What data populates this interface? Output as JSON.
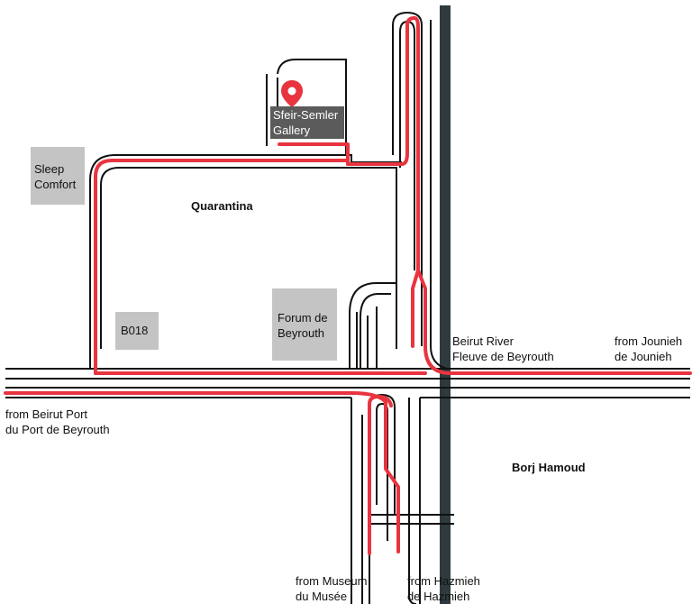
{
  "map": {
    "destination": {
      "name_line1": "Sfeir-Semler",
      "name_line2": "Gallery",
      "pin_icon": "map-pin-icon",
      "pin_color": "#e8343f"
    },
    "places": [
      {
        "key": "sleep",
        "line1": "Sleep",
        "line2": "Comfort"
      },
      {
        "key": "b018",
        "line1": "B018",
        "line2": ""
      },
      {
        "key": "forum",
        "line1": "Forum de",
        "line2": "Beyrouth"
      }
    ],
    "areas": {
      "quarantina": "Quarantina",
      "borj_hamoud": "Borj Hamoud"
    },
    "river": {
      "line1": "Beirut River",
      "line2": "Fleuve de Beyrouth",
      "color": "#2f3a3f"
    },
    "directions": {
      "jounieh": {
        "line1": "from Jounieh",
        "line2": "de Jounieh"
      },
      "port": {
        "line1": "from Beirut Port",
        "line2": "du Port de Beyrouth"
      },
      "museum": {
        "line1": "from Museum",
        "line2": "du Musée"
      },
      "hazmieh": {
        "line1": "from Hazmieh",
        "line2": "de Hazmieh"
      }
    },
    "colors": {
      "route": "#e8343f",
      "road": "#111111",
      "building": "#c4c4c4",
      "label_bg": "#5b5b5b"
    }
  }
}
